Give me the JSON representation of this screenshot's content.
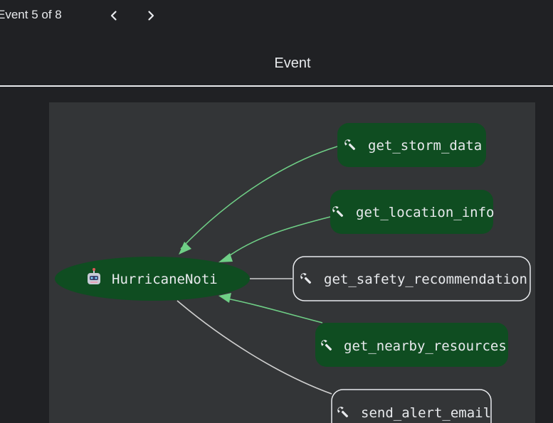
{
  "topbar": {
    "event_counter": "Event 5 of 8",
    "prev_icon": "chevron-left-icon",
    "next_icon": "chevron-right-icon"
  },
  "header": {
    "title": "Event"
  },
  "graph": {
    "colors": {
      "panel_bg": "#333537",
      "active_fill": "#0f4d21",
      "active_edge": "#6fcf86",
      "inactive_stroke": "#e8eaed",
      "inactive_edge": "#d0d0d0"
    },
    "agent": {
      "label": "HurricaneNoti",
      "icon": "robot-icon",
      "active": true
    },
    "tools": [
      {
        "label": "get_storm_data",
        "icon": "wrench-icon",
        "active": true
      },
      {
        "label": "get_location_info",
        "icon": "wrench-icon",
        "active": true
      },
      {
        "label": "get_safety_recommendation",
        "icon": "wrench-icon",
        "active": false
      },
      {
        "label": "get_nearby_resources",
        "icon": "wrench-icon",
        "active": true
      },
      {
        "label": "send_alert_email",
        "icon": "wrench-icon",
        "active": false
      }
    ]
  }
}
